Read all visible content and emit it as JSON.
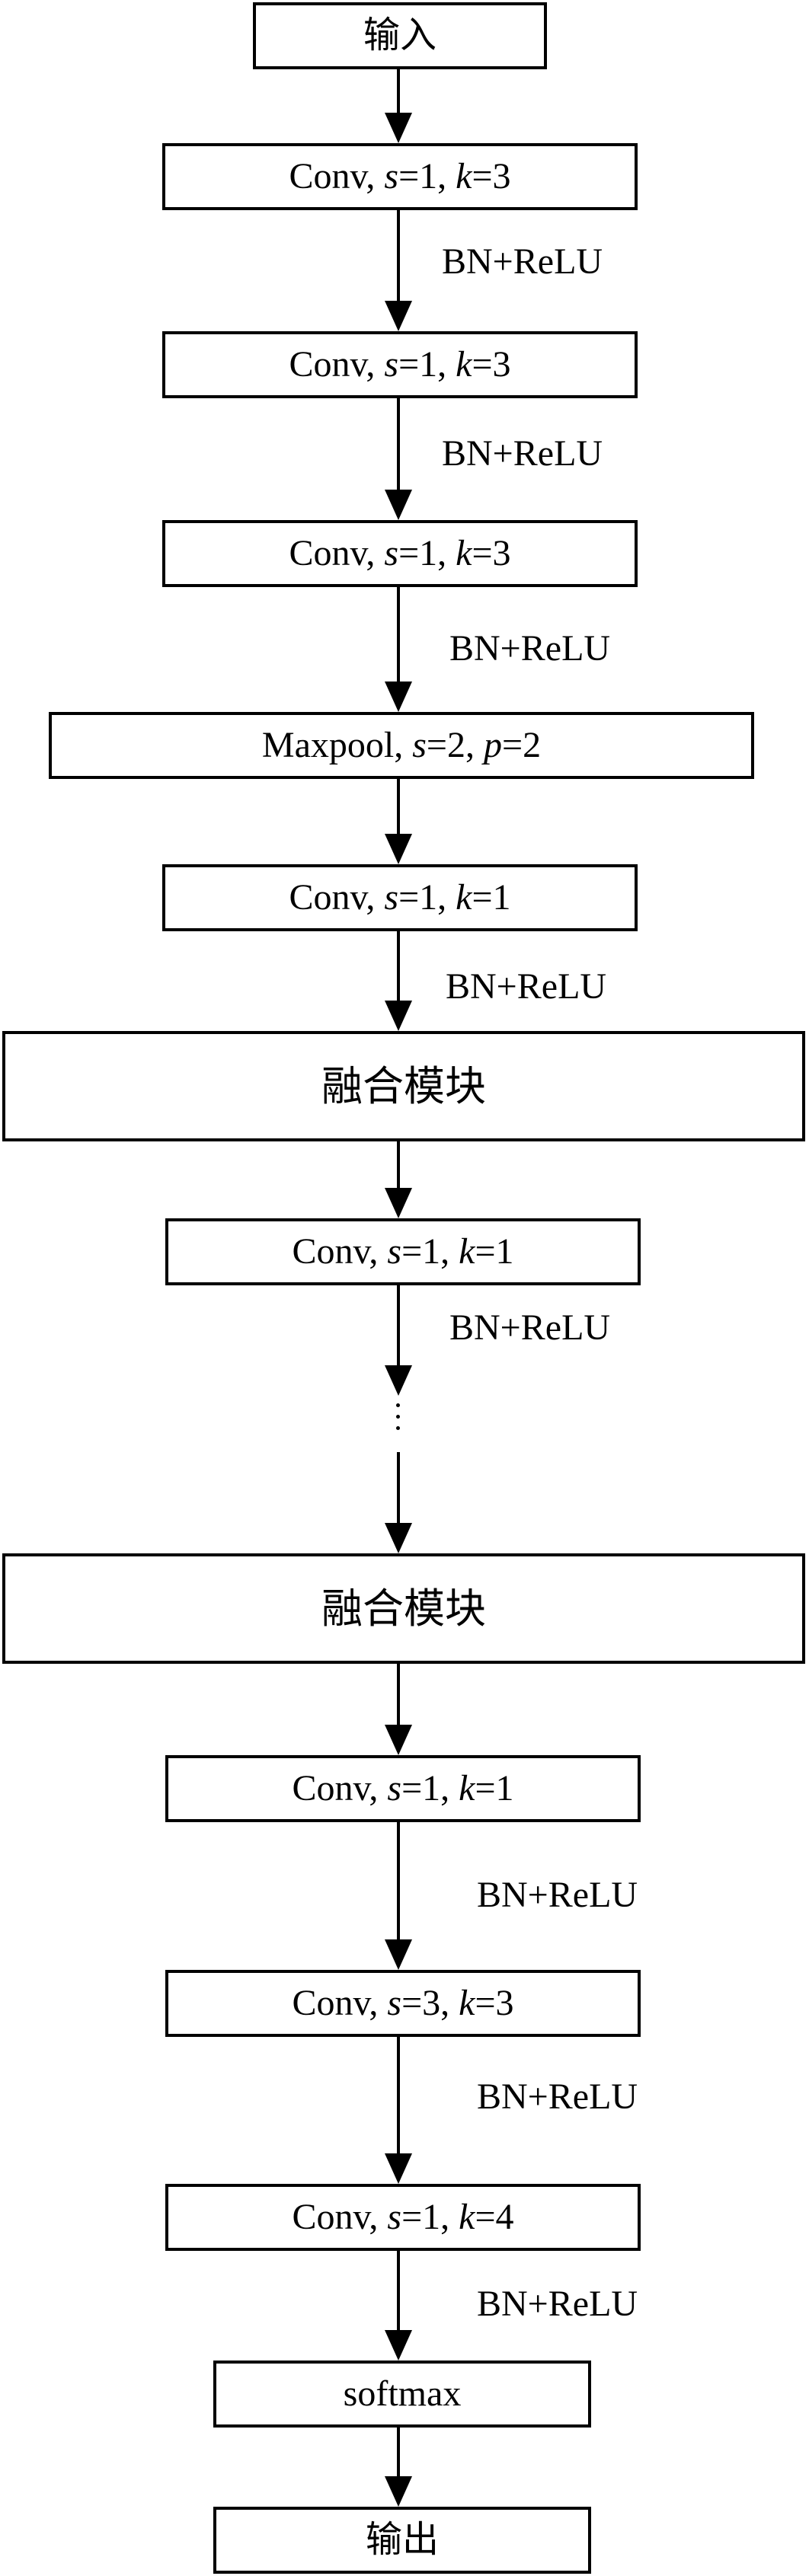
{
  "diagram": {
    "nodes": [
      {
        "id": "input",
        "type": "plain",
        "label": "输入"
      },
      {
        "id": "conv1",
        "type": "conv",
        "prefix": "Conv, ",
        "params": [
          {
            "var": "s",
            "val": "1"
          },
          {
            "var": "k",
            "val": "3"
          }
        ]
      },
      {
        "id": "conv2",
        "type": "conv",
        "prefix": "Conv, ",
        "params": [
          {
            "var": "s",
            "val": "1"
          },
          {
            "var": "k",
            "val": "3"
          }
        ]
      },
      {
        "id": "conv3",
        "type": "conv",
        "prefix": "Conv, ",
        "params": [
          {
            "var": "s",
            "val": "1"
          },
          {
            "var": "k",
            "val": "3"
          }
        ]
      },
      {
        "id": "maxpool",
        "type": "conv",
        "prefix": "Maxpool, ",
        "params": [
          {
            "var": "s",
            "val": "2"
          },
          {
            "var": "p",
            "val": "2"
          }
        ]
      },
      {
        "id": "conv4",
        "type": "conv",
        "prefix": "Conv, ",
        "params": [
          {
            "var": "s",
            "val": "1"
          },
          {
            "var": "k",
            "val": "1"
          }
        ]
      },
      {
        "id": "fusion1",
        "type": "plain",
        "label": "融合模块"
      },
      {
        "id": "conv5",
        "type": "conv",
        "prefix": "Conv, ",
        "params": [
          {
            "var": "s",
            "val": "1"
          },
          {
            "var": "k",
            "val": "1"
          }
        ]
      },
      {
        "id": "fusion2",
        "type": "plain",
        "label": "融合模块"
      },
      {
        "id": "conv6",
        "type": "conv",
        "prefix": "Conv, ",
        "params": [
          {
            "var": "s",
            "val": "1"
          },
          {
            "var": "k",
            "val": "1"
          }
        ]
      },
      {
        "id": "conv7",
        "type": "conv",
        "prefix": "Conv, ",
        "params": [
          {
            "var": "s",
            "val": "3"
          },
          {
            "var": "k",
            "val": "3"
          }
        ]
      },
      {
        "id": "conv8",
        "type": "conv",
        "prefix": "Conv, ",
        "params": [
          {
            "var": "s",
            "val": "1"
          },
          {
            "var": "k",
            "val": "4"
          }
        ]
      },
      {
        "id": "softmax",
        "type": "plain",
        "label": "softmax"
      },
      {
        "id": "output",
        "type": "plain",
        "label": "输出"
      }
    ],
    "edges": [
      {
        "from": "input",
        "to": "conv1",
        "label": ""
      },
      {
        "from": "conv1",
        "to": "conv2",
        "label": "BN+ReLU"
      },
      {
        "from": "conv2",
        "to": "conv3",
        "label": "BN+ReLU"
      },
      {
        "from": "conv3",
        "to": "maxpool",
        "label": "BN+ReLU"
      },
      {
        "from": "maxpool",
        "to": "conv4",
        "label": ""
      },
      {
        "from": "conv4",
        "to": "fusion1",
        "label": "BN+ReLU"
      },
      {
        "from": "fusion1",
        "to": "conv5",
        "label": ""
      },
      {
        "from": "conv5",
        "to": "ellipsis",
        "label": "BN+ReLU"
      },
      {
        "from": "ellipsis",
        "to": "fusion2",
        "label": ""
      },
      {
        "from": "fusion2",
        "to": "conv6",
        "label": ""
      },
      {
        "from": "conv6",
        "to": "conv7",
        "label": "BN+ReLU"
      },
      {
        "from": "conv7",
        "to": "conv8",
        "label": "BN+ReLU"
      },
      {
        "from": "conv8",
        "to": "softmax",
        "label": "BN+ReLU"
      },
      {
        "from": "softmax",
        "to": "output",
        "label": ""
      }
    ]
  }
}
